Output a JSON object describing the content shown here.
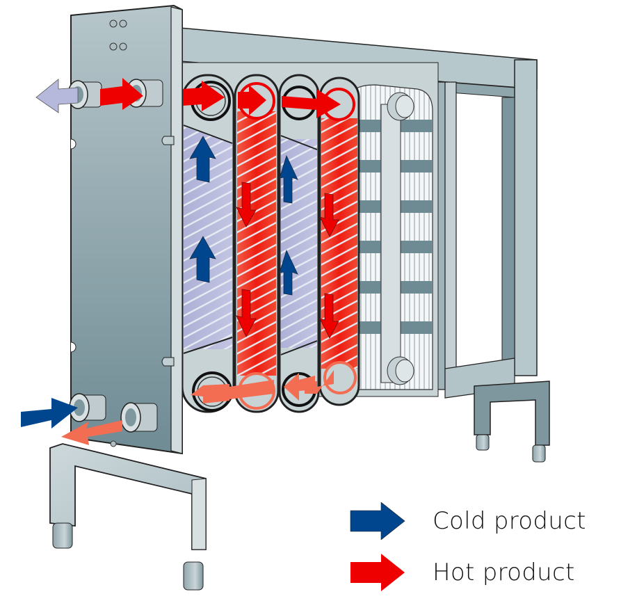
{
  "figure": {
    "subject": "Plate heat exchanger cutaway",
    "colors": {
      "cold": "#00468f",
      "hot": "#ee0000",
      "hot_outlet": "#f26d52",
      "cold_outlet": "#b6b9dc",
      "cold_channel": "#b4b6da",
      "hot_channel": "#ef2a1a",
      "steel_light": "#c4d0d4",
      "steel_mid": "#9fb3b9",
      "steel_dark": "#6e8a93"
    },
    "channels": [
      {
        "type": "cold",
        "flow": "up"
      },
      {
        "type": "hot",
        "flow": "down"
      },
      {
        "type": "cold",
        "flow": "up"
      },
      {
        "type": "hot",
        "flow": "down"
      }
    ]
  },
  "legend": {
    "items": [
      {
        "label": "Cold product",
        "color": "#00468f"
      },
      {
        "label": "Hot product",
        "color": "#ee0000"
      }
    ]
  }
}
